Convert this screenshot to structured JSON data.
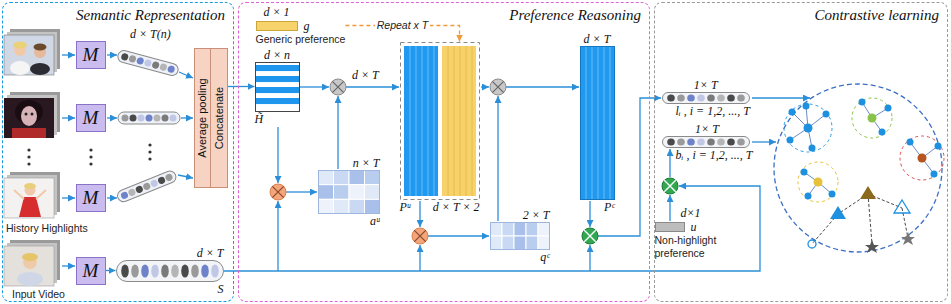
{
  "diagram": {
    "nodes": [
      {
        "text": [
          "Semantic Representation"
        ]
      },
      {
        "text": [
          "Preference Reasoning"
        ]
      },
      {
        "text": [
          "Contrastive learning"
        ]
      },
      {
        "text": [
          "M"
        ],
        "in": 0
      },
      {
        "text": [
          "M"
        ],
        "in": 0
      },
      {
        "text": [
          "M"
        ],
        "in": 0
      },
      {
        "text": [
          "M"
        ],
        "in": 0
      },
      {
        "text": [
          "Average pooling",
          "Concatenate"
        ],
        "in": 0
      },
      {
        "text": [
          "d × T",
          "S"
        ],
        "in": 0
      },
      {
        "text": [
          "d × 1",
          "Generic preference",
          "g"
        ],
        "in": 1
      },
      {
        "text": [
          "d × n",
          "H̃"
        ],
        "in": 1
      },
      {
        "text": [
          "n × T",
          "aᵘ"
        ],
        "in": 1
      },
      {
        "text": [
          "Pᵘ",
          "d × T × 2"
        ],
        "in": 1
      },
      {
        "text": [
          "2 × T",
          "qᶜ"
        ],
        "in": 1
      },
      {
        "text": [
          "d × T",
          "Pᶜ"
        ],
        "in": 1
      },
      {
        "text": [
          "1× T",
          "lᵢ , i = 1,2, ..., T"
        ],
        "in": 2
      },
      {
        "text": [
          "1× T",
          "bᵢ , i = 1,2, ..., T"
        ],
        "in": 2
      },
      {
        "text": [
          "d×1",
          "Non-highlight preference",
          "u"
        ],
        "in": 2
      }
    ],
    "edges": [
      {
        "from": 6,
        "to": 8,
        "arrow": "to"
      },
      {
        "from": 7,
        "to": 10,
        "arrow": "to"
      },
      {
        "from": 9,
        "to": 12,
        "label": "Repeat x T",
        "arrow": "to"
      }
    ],
    "labels": [
      "d × T(n)",
      "History Highlights",
      "Input Video",
      "d × T"
    ]
  }
}
